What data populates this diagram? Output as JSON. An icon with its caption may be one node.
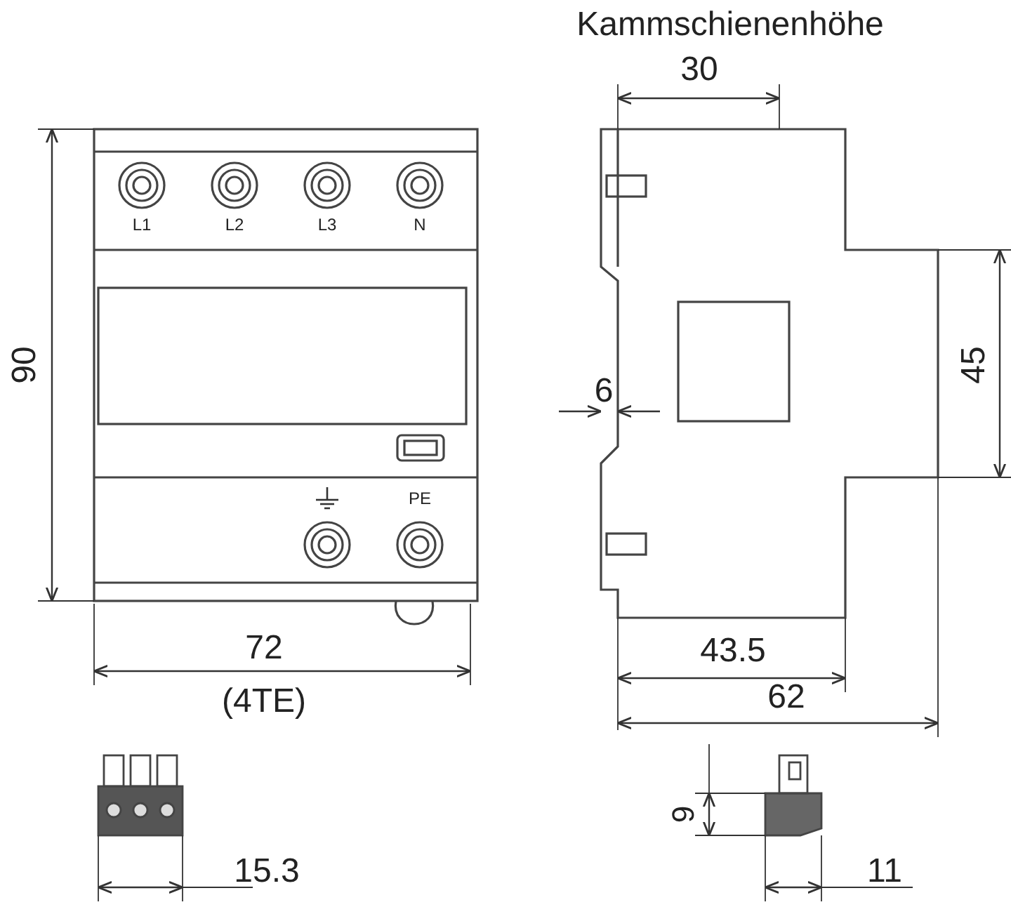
{
  "diagram": {
    "labels": [
      "Kammschienenhöhe",
      "30",
      "L1",
      "L2",
      "L3",
      "N",
      "90",
      "45",
      "6",
      "PE",
      "72",
      "43.5",
      "(4TE)",
      "62",
      "9",
      "15.3",
      "11"
    ]
  }
}
